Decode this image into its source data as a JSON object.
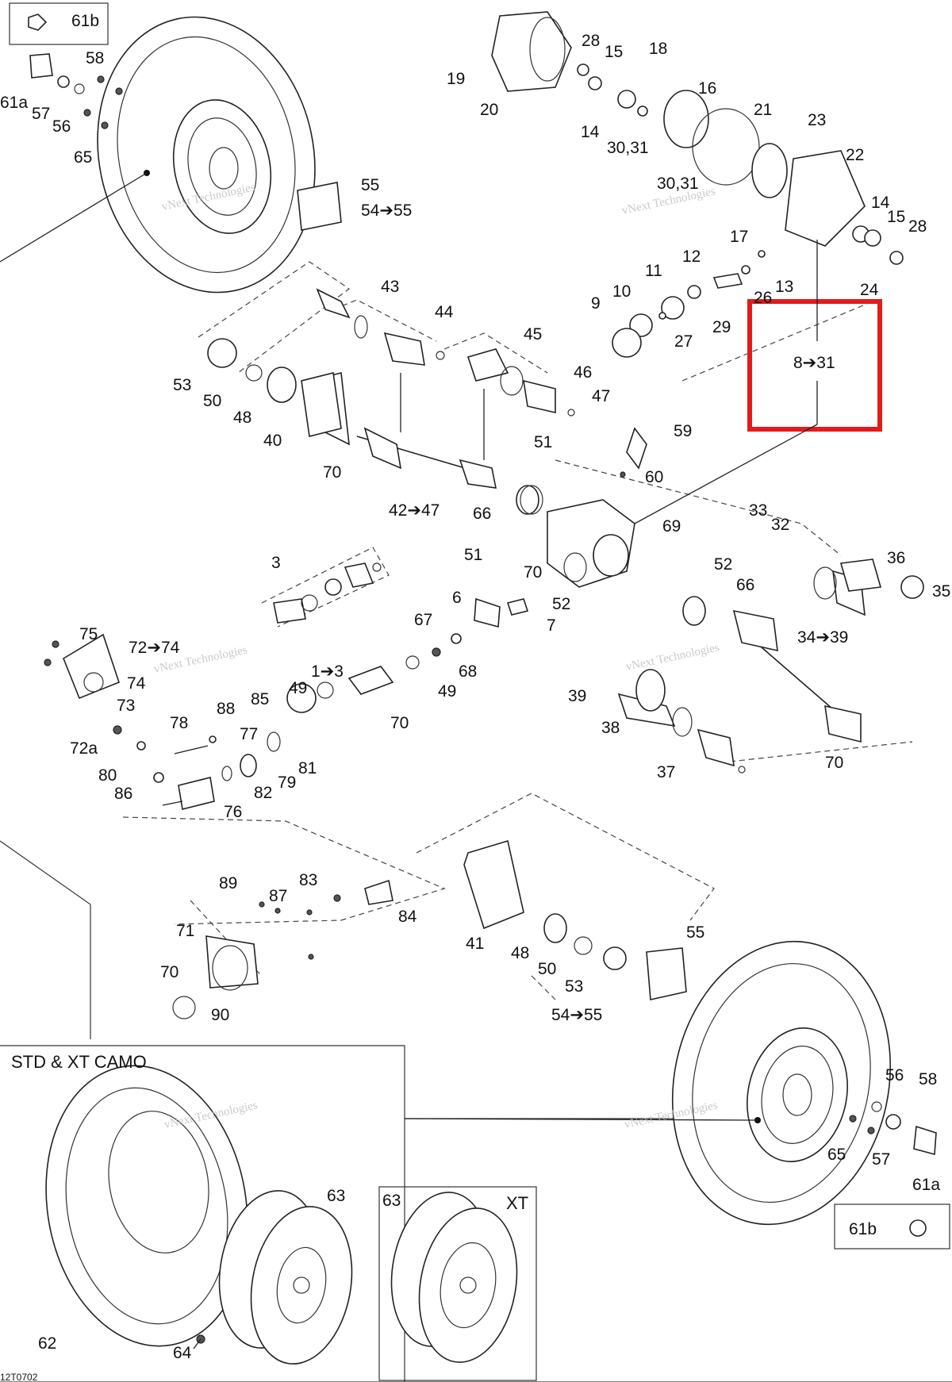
{
  "diagram_code": "12T0702",
  "highlight_label": "8➔31",
  "box_labels": {
    "std_xt_camo": "STD & XT CAMO",
    "xt": "XT",
    "box_61b_top": "61b",
    "box_61b_bottom": "61b",
    "box_63_xt": "63"
  },
  "watermark": {
    "line1": "vNext Technologies",
    "line2": "Technologies"
  },
  "callouts": {
    "c61b": "61b",
    "c58a": "58",
    "c61a": "61a",
    "c57a": "57",
    "c56a": "56",
    "c65a": "65",
    "c55a": "55",
    "c54_55a": "54➔55",
    "c19": "19",
    "c20": "20",
    "c28a": "28",
    "c15a": "15",
    "c18": "18",
    "c16": "16",
    "c14a": "14",
    "c30_31a": "30,31",
    "c30_31b": "30,31",
    "c21": "21",
    "c23": "23",
    "c22": "22",
    "c17": "17",
    "c14b": "14",
    "c15b": "15",
    "c28b": "28",
    "c24": "24",
    "c26": "26",
    "c13": "13",
    "c12": "12",
    "c11": "11",
    "c10": "10",
    "c9": "9",
    "c29": "29",
    "c27": "27",
    "c43": "43",
    "c44": "44",
    "c45": "45",
    "c46": "46",
    "c47": "47",
    "c53a": "53",
    "c50a": "50",
    "c48a": "48",
    "c40": "40",
    "c70a": "70",
    "c42_47": "42➔47",
    "c66a": "66",
    "c51a": "51",
    "c51b": "51",
    "c59": "59",
    "c60": "60",
    "c69": "69",
    "c33": "33",
    "c32": "32",
    "c52a": "52",
    "c52b": "52",
    "c66b": "66",
    "c70b": "70",
    "c36": "36",
    "c35": "35",
    "c34_39": "34➔39",
    "c39": "39",
    "c38": "38",
    "c37": "37",
    "c70c": "70",
    "c3": "3",
    "c6": "6",
    "c7": "7",
    "c67": "67",
    "c68": "68",
    "c49a": "49",
    "c49b": "49",
    "c1_3": "1➔3",
    "c70d": "70",
    "c75": "75",
    "c72_74": "72➔74",
    "c74": "74",
    "c73": "73",
    "c88": "88",
    "c85": "85",
    "c78": "78",
    "c77": "77",
    "c72a": "72a",
    "c80": "80",
    "c86": "86",
    "c81": "81",
    "c79": "79",
    "c82": "82",
    "c76": "76",
    "c89": "89",
    "c87": "87",
    "c83": "83",
    "c84": "84",
    "c71": "71",
    "c70e": "70",
    "c90": "90",
    "c41": "41",
    "c48b": "48",
    "c50b": "50",
    "c53b": "53",
    "c55b": "55",
    "c54_55b": "54➔55",
    "c56b": "56",
    "c58b": "58",
    "c65b": "65",
    "c57b": "57",
    "c61a_b": "61a",
    "c62": "62",
    "c63": "63",
    "c64": "64"
  },
  "colors": {
    "highlight": "#e31b1b",
    "ink": "#111111",
    "watermark": "#c9c9c9"
  }
}
